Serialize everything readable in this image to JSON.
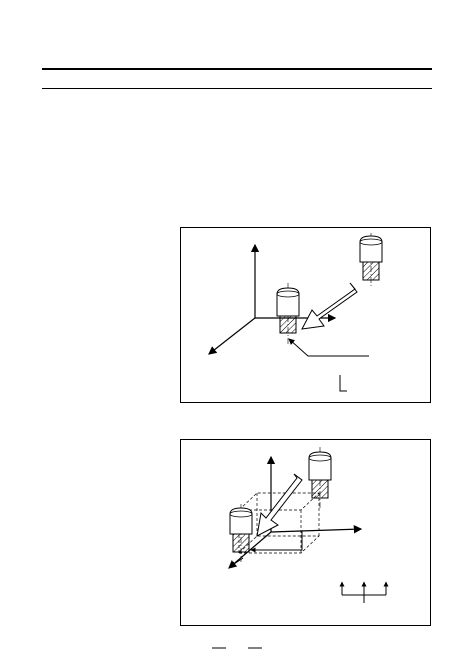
{
  "page": {
    "background": "#ffffff",
    "line_color": "#000000"
  },
  "figures": [
    {
      "id": "figure-1",
      "content": "axes-with-tool-and-approach-arrow",
      "labels": []
    },
    {
      "id": "figure-2",
      "content": "axes-with-tool-and-diagonal-move-arrow",
      "labels": []
    }
  ]
}
